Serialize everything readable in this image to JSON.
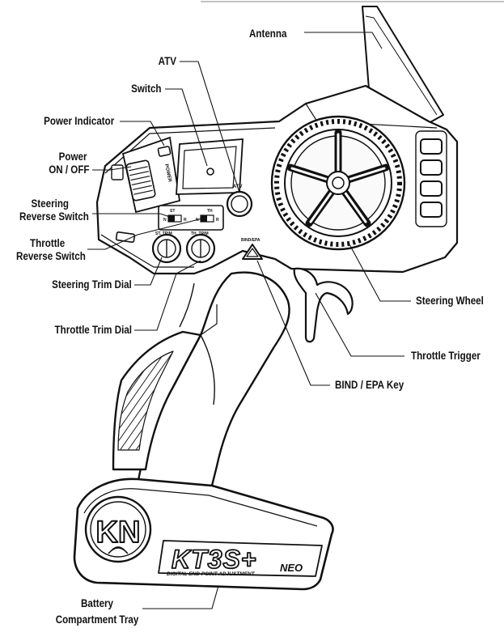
{
  "labels": {
    "antenna": "Antenna",
    "atv": "ATV",
    "switch": "Switch",
    "power_indicator": "Power Indicator",
    "power_on_off_1": "Power",
    "power_on_off_2": "ON / OFF",
    "steering_reverse_1": "Steering",
    "steering_reverse_2": "Reverse Switch",
    "throttle_reverse_1": "Throttle",
    "throttle_reverse_2": "Reverse Switch",
    "steering_trim": "Steering Trim Dial",
    "throttle_trim": "Throttle Trim Dial",
    "steering_wheel": "Steering Wheel",
    "throttle_trigger": "Throttle Trigger",
    "bind_epa": "BIND / EPA Key",
    "battery_1": "Battery",
    "battery_2": "Compartment Tray"
  },
  "device_markings": {
    "power": "POWER",
    "atv": "ATV",
    "st": "ST",
    "th": "TH",
    "n": "N",
    "r": "R",
    "st_trim": "ST. TRIM",
    "th_trim": "TH. TRIM",
    "bind_epa": "BIND/EPA",
    "logo": "KT3S+",
    "neo": "NEO",
    "subtitle": "DIGITAL END POINT ADJUSTMENT",
    "emblem": "KN"
  },
  "colors": {
    "ink": "#111111",
    "shade": "#bdbdbd",
    "dark": "#3a3a3a",
    "bg": "#ffffff"
  }
}
